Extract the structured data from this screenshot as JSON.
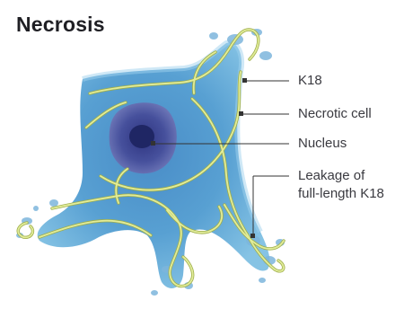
{
  "title": "Necrosis",
  "labels": {
    "k18": "K18",
    "necrotic_cell": "Necrotic cell",
    "nucleus": "Nucleus",
    "leakage_line1": "Leakage of",
    "leakage_line2": "full-length K18"
  },
  "colors": {
    "cell_body": "#5aa7d4",
    "cell_inner": "#3f86c4",
    "nucleus": "#3a3f8f",
    "nucleolus": "#232a6a",
    "filament": "#d9e78a",
    "filament_outline": "#aebd5a",
    "leader_line": "#333333",
    "text": "#3a3a40"
  }
}
